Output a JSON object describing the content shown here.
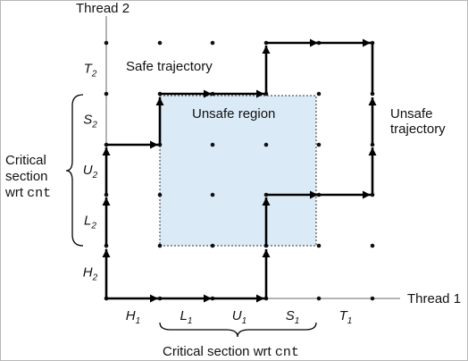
{
  "axes": {
    "x_title": "Thread 1",
    "y_title": "Thread 2",
    "x_ticks": [
      {
        "base": "H",
        "sub": "1"
      },
      {
        "base": "L",
        "sub": "1"
      },
      {
        "base": "U",
        "sub": "1"
      },
      {
        "base": "S",
        "sub": "1"
      },
      {
        "base": "T",
        "sub": "1"
      }
    ],
    "y_ticks": [
      {
        "base": "H",
        "sub": "2"
      },
      {
        "base": "L",
        "sub": "2"
      },
      {
        "base": "U",
        "sub": "2"
      },
      {
        "base": "S",
        "sub": "2"
      },
      {
        "base": "T",
        "sub": "2"
      }
    ]
  },
  "labels": {
    "safe_trajectory": "Safe trajectory",
    "unsafe_region": "Unsafe region",
    "unsafe_trajectory_line1": "Unsafe",
    "unsafe_trajectory_line2": "trajectory",
    "critical_y_line1": "Critical",
    "critical_y_line2": "section",
    "critical_y_line3_text": "wrt ",
    "critical_y_line3_code": "cnt",
    "critical_x_text": "Critical section wrt ",
    "critical_x_code": "cnt"
  },
  "colors": {
    "unsafe_fill": "#dbeaf7",
    "trajectory": "#000000",
    "axis_line": "#9a9a9a",
    "point": "#111111"
  }
}
